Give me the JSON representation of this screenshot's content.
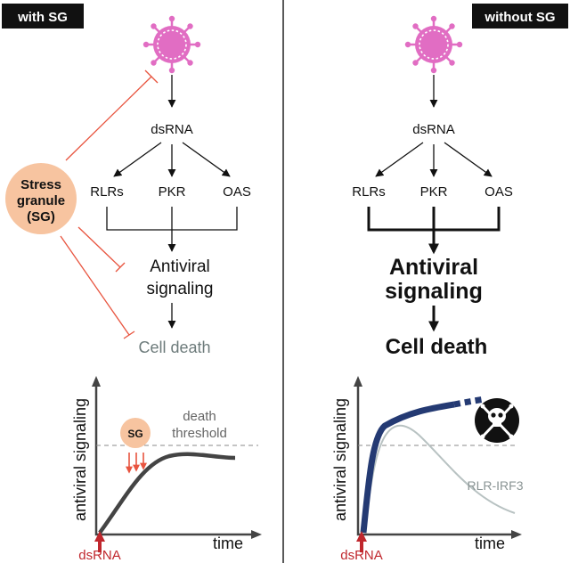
{
  "colors": {
    "virus": "#e16dc3",
    "inhibition": "#e8543f",
    "sg_fill": "#f7c4a0",
    "dsrna_arrow": "#c0272d",
    "curve_dark": "#444444",
    "curve_navy": "#243a73",
    "curve_gray": "#b8c2c2",
    "cell_death_muted": "#6d7b7b"
  },
  "left_panel": {
    "badge": "with SG",
    "dsrna": "dsRNA",
    "sensors": [
      "RLRs",
      "PKR",
      "OAS"
    ],
    "stress_granule": [
      "Stress",
      "granule",
      "(SG)"
    ],
    "antiviral": [
      "Antiviral",
      "signaling"
    ],
    "cell_death": "Cell death",
    "graph": {
      "ylabel": "antiviral signaling",
      "xlabel": "time",
      "dsrna_marker": "dsRNA",
      "sg_label": "SG",
      "threshold_label": [
        "death",
        "threshold"
      ]
    }
  },
  "right_panel": {
    "badge": "without SG",
    "dsrna": "dsRNA",
    "sensors": [
      "RLRs",
      "PKR",
      "OAS"
    ],
    "antiviral": [
      "Antiviral",
      "signaling"
    ],
    "cell_death": "Cell death",
    "graph": {
      "ylabel": "antiviral signaling",
      "xlabel": "time",
      "dsrna_marker": "dsRNA",
      "curve_label": "RLR-IRF3",
      "skull_icon": "skull-crossbones-icon"
    }
  }
}
